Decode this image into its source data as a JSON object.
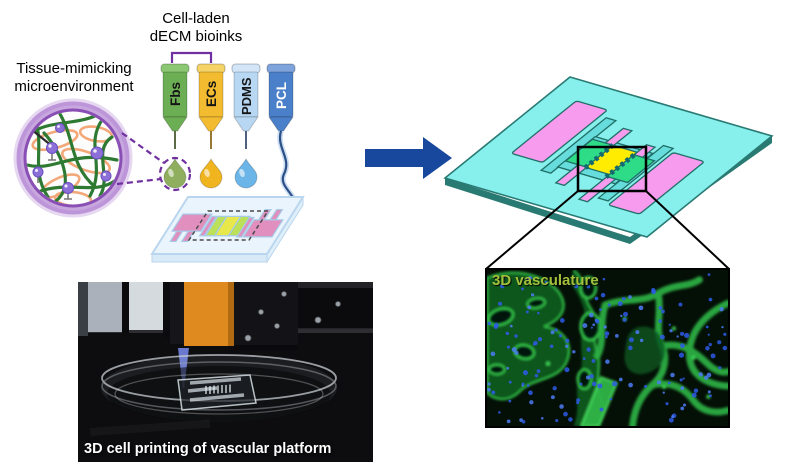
{
  "figure": {
    "bioink_title": {
      "line1": "Cell-laden",
      "line2": "dECM bioinks"
    },
    "tissue_label": {
      "line1": "Tissue-mimicking",
      "line2": "microenvironment"
    },
    "syringes": [
      {
        "label": "Fbs",
        "body_color": "#6CAE54",
        "cap_color": "#8CC873",
        "droplet_color": "#8FAF5E"
      },
      {
        "label": "ECs",
        "body_color": "#F2BB30",
        "cap_color": "#F6D367",
        "droplet_color": "#F0B41F"
      },
      {
        "label": "PDMS",
        "body_color": "#B8D7F2",
        "cap_color": "#D3E6F8",
        "droplet_color": "#6CB5E8"
      },
      {
        "label": "PCL",
        "body_color": "#4A7FC9",
        "cap_color": "#7FA3DC",
        "filament_color": "#2B4F86"
      }
    ],
    "bracket_color": "#7030A0",
    "dashed_link_color": "#7030A0",
    "arrow_color": "#17489E",
    "microenvironment": {
      "glow_color": "#9A5FC5",
      "fiber_color": "#2E7A33",
      "matrix_color": "#F2A878",
      "factor_color": "#8D6FD8"
    },
    "small_chip": {
      "plate_color": "#EAF4FC",
      "reservoir_color": "#E08FBE",
      "channel_color": "#BCE05A",
      "chamber_color": "#E8E84A"
    },
    "vascular_chip": {
      "plate_color": "#87EFEC",
      "edge_color": "#2A7A74",
      "reservoir_color": "#F79BEF",
      "channel_color": "#2EDC87",
      "chamber_color": "#FFEC00",
      "recess_color": "#66DCDC",
      "porous_wall_color": "#136A70"
    },
    "printer_photo": {
      "caption": "3D cell printing of vascular platform",
      "caption_color": "#FFFFFF"
    },
    "vasculature": {
      "label": "3D vasculature",
      "label_color": "#A4BF3B",
      "stain_green": "#2FB547",
      "stain_blue": "#2E5BE8"
    }
  }
}
